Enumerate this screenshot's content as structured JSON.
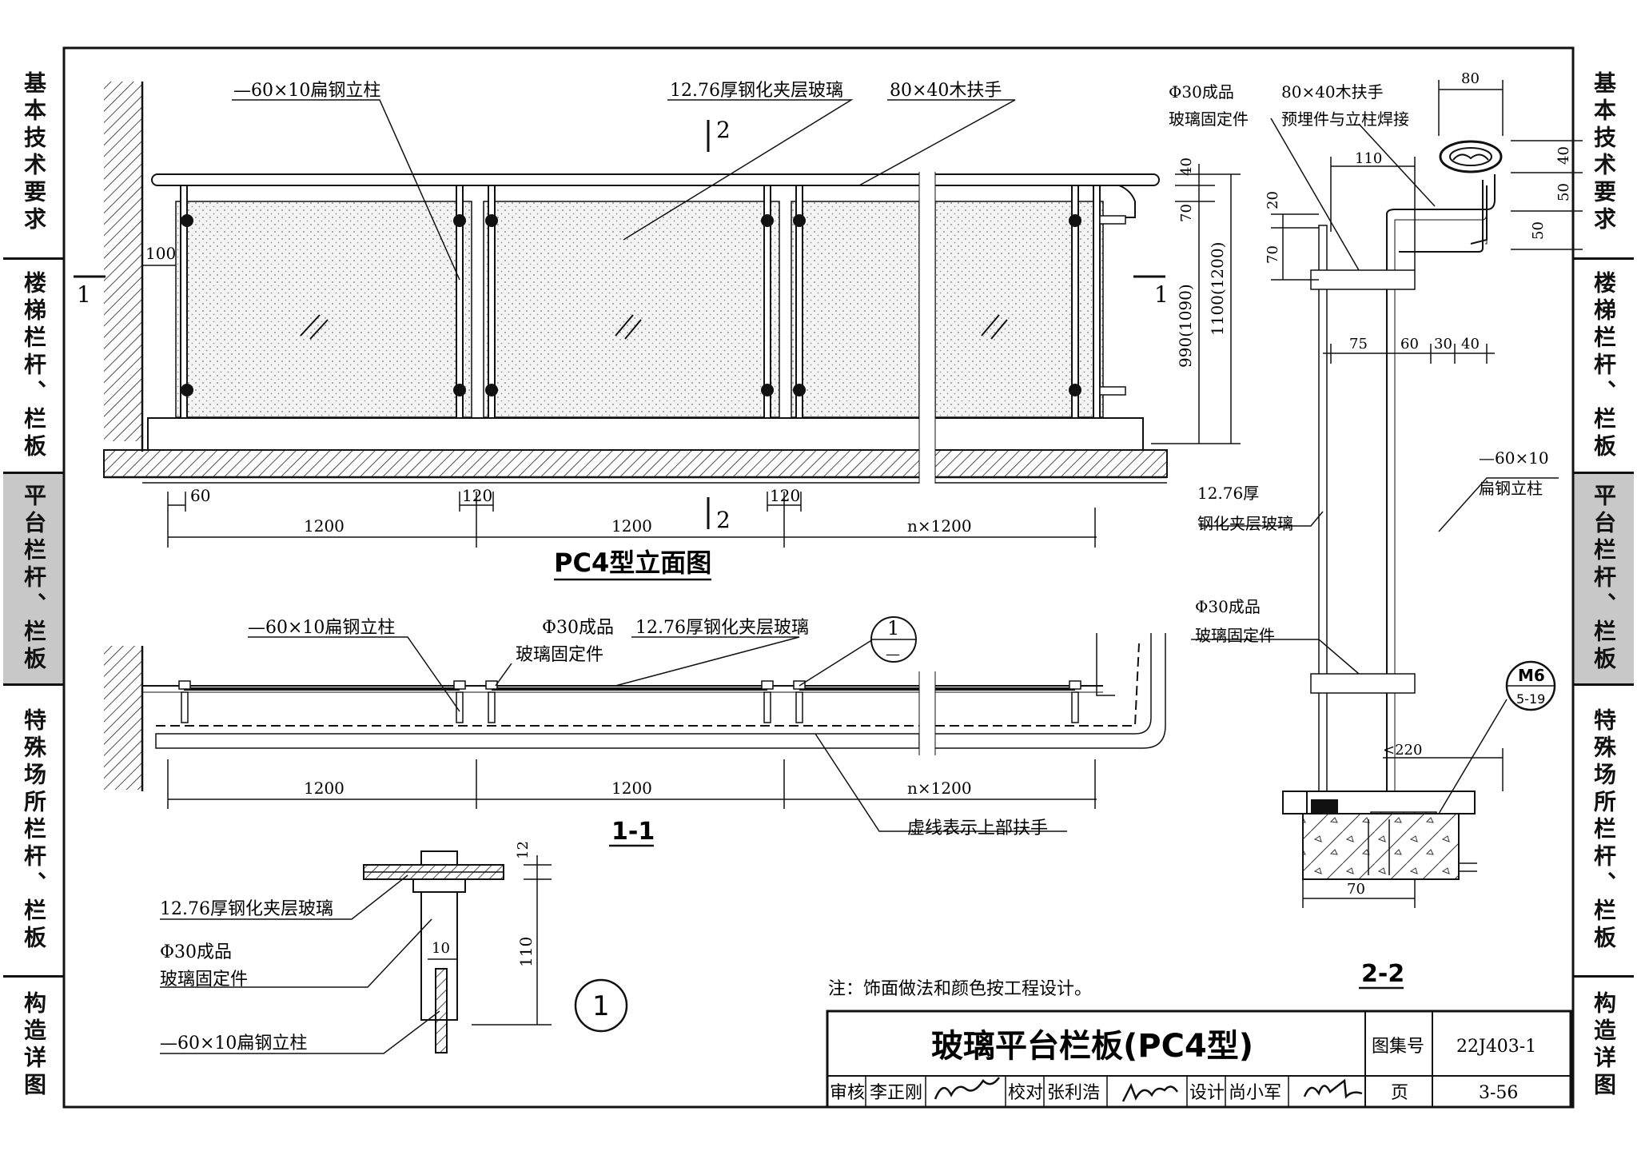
{
  "side_tabs": [
    "基本技术要求",
    "楼梯栏杆、栏板",
    "平台栏杆、栏板",
    "特殊场所栏杆、栏板",
    "构造详图"
  ],
  "active_tab_index": 2,
  "elevation": {
    "title": "PC4型立面图",
    "label_post": "—60×10扁钢立柱",
    "label_glass": "12.76厚钢化夹层玻璃",
    "label_handrail": "80×40木扶手",
    "dim_100": "100",
    "dim_60": "60",
    "dim_120a": "120",
    "dim_120b": "120",
    "span1": "1200",
    "span2": "1200",
    "span_n": "n×1200",
    "dim_40": "40",
    "dim_70": "70",
    "height_990": "990(1090)",
    "height_1100": "1100(1200)",
    "section_mark_1": "1",
    "section_mark_2": "2"
  },
  "plan": {
    "title": "1-1",
    "label_post": "—60×10扁钢立柱",
    "label_fixture_1": "Φ30成品",
    "label_fixture_2": "玻璃固定件",
    "label_glass": "12.76厚钢化夹层玻璃",
    "detail_mark": "1",
    "detail_sheet": "—",
    "span1": "1200",
    "span2": "1200",
    "span_n": "n×1200",
    "note_dashed": "虚线表示上部扶手"
  },
  "detail1": {
    "label_glass": "12.76厚钢化夹层玻璃",
    "label_fixture_1": "Φ30成品",
    "label_fixture_2": "玻璃固定件",
    "label_post": "—60×10扁钢立柱",
    "dim_12": "12",
    "dim_10": "10",
    "dim_110": "110",
    "mark": "1"
  },
  "section22": {
    "title": "2-2",
    "label_fixture_1": "Φ30成品",
    "label_fixture_2": "玻璃固定件",
    "label_handrail": "80×40木扶手",
    "label_weld": "预埋件与立柱焊接",
    "dim_80": "80",
    "dim_110": "110",
    "dim_20": "20",
    "dim_70a": "70",
    "dim_40": "40",
    "dim_50a": "50",
    "dim_50b": "50",
    "dim_75": "75",
    "dim_60": "60",
    "dim_30": "30",
    "dim_40b": "40",
    "label_post_1": "—60×10",
    "label_post_2": "扁钢立柱",
    "label_glass_1": "12.76厚",
    "label_glass_2": "钢化夹层玻璃",
    "label_fixture2_1": "Φ30成品",
    "label_fixture2_2": "玻璃固定件",
    "ref_top": "M6",
    "ref_bottom": "5-19",
    "dim_220": "<220",
    "dim_70b": "70"
  },
  "note": "注：饰面做法和颜色按工程设计。",
  "title_block": {
    "title": "玻璃平台栏板(PC4型)",
    "atlas_label": "图集号",
    "atlas_no": "22J403-1",
    "review_label": "审核",
    "reviewer": "李正刚",
    "check_label": "校对",
    "checker": "张利浩",
    "design_label": "设计",
    "designer": "尚小军",
    "page_label": "页",
    "page_no": "3-56"
  }
}
